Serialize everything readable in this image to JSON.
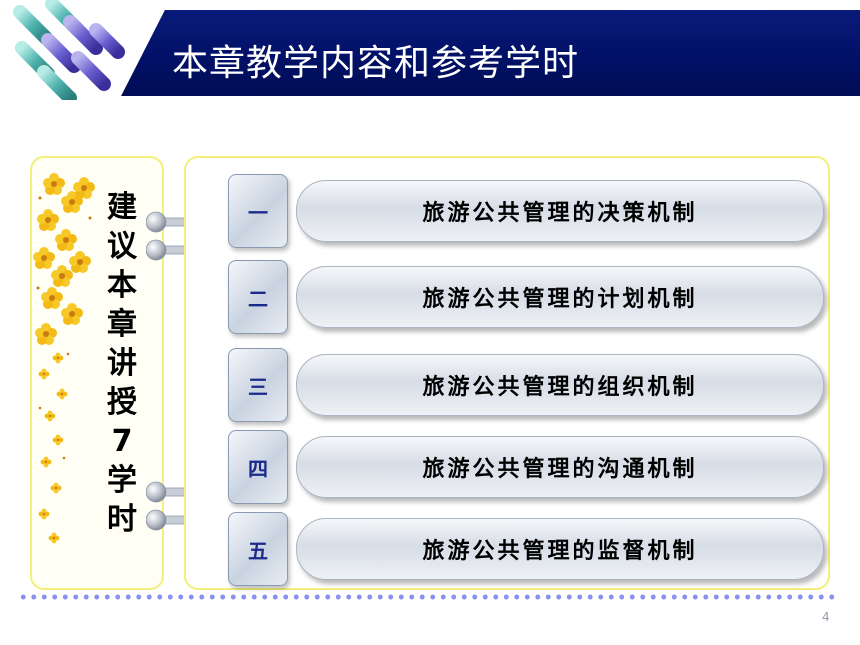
{
  "slide": {
    "title": "本章教学内容和参考学时",
    "side_note_chars": [
      "建",
      "议",
      "本",
      "章",
      "讲",
      "授",
      "7",
      "学",
      "时"
    ],
    "items": [
      {
        "num": "一",
        "label": "旅游公共管理的决策机制"
      },
      {
        "num": "二",
        "label": "旅游公共管理的计划机制"
      },
      {
        "num": "三",
        "label": "旅游公共管理的组织机制"
      },
      {
        "num": "四",
        "label": "旅游公共管理的沟通机制"
      },
      {
        "num": "五",
        "label": "旅游公共管理的监督机制"
      }
    ],
    "page_number": "4"
  },
  "colors": {
    "header_bg": "#021269",
    "panel_border": "#f2ef7a",
    "number_text": "#1b2a8a",
    "dots": "#8a90f0"
  },
  "icons": {
    "logo": "cylinder-pattern-logo",
    "decoration": "yellow-flowers-decoration",
    "connector": "bolt-connector-icon"
  }
}
